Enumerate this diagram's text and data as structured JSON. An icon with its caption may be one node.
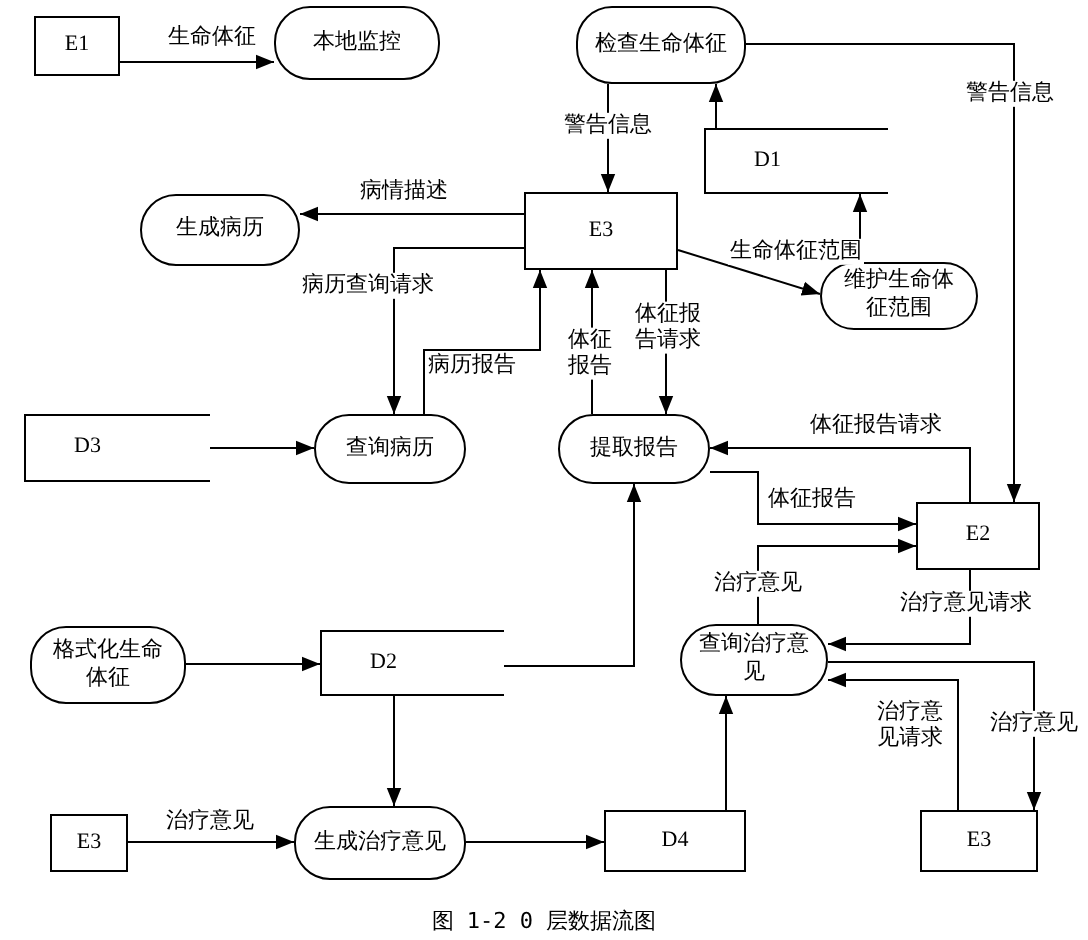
{
  "diagram": {
    "caption": "图 1-2 0 层数据流图",
    "nodes": [
      {
        "text": [
          "E1"
        ]
      },
      {
        "text": [
          "本地监控"
        ]
      },
      {
        "text": [
          "检查生命体征"
        ]
      },
      {
        "text": [
          "D1"
        ]
      },
      {
        "text": [
          "E3"
        ]
      },
      {
        "text": [
          "生成病历"
        ]
      },
      {
        "text": [
          "维护生命体征范围"
        ]
      },
      {
        "text": [
          "D3"
        ]
      },
      {
        "text": [
          "查询病历"
        ]
      },
      {
        "text": [
          "提取报告"
        ]
      },
      {
        "text": [
          "E2"
        ]
      },
      {
        "text": [
          "格式化生命体征"
        ]
      },
      {
        "text": [
          "D2"
        ]
      },
      {
        "text": [
          "查询治疗意见"
        ]
      },
      {
        "text": [
          "E3"
        ]
      },
      {
        "text": [
          "生成治疗意见"
        ]
      },
      {
        "text": [
          "D4"
        ]
      },
      {
        "text": [
          "E3"
        ]
      }
    ],
    "edges": [
      {
        "from": 0,
        "to": 1,
        "arrow": "to",
        "label": "生命体征"
      },
      {
        "from": 2,
        "to": 4,
        "arrow": "to",
        "label": "警告信息"
      },
      {
        "from": 2,
        "to": 10,
        "arrow": "to",
        "label": "警告信息"
      },
      {
        "from": 3,
        "to": 2,
        "arrow": "to"
      },
      {
        "from": 4,
        "to": 5,
        "arrow": "to",
        "label": "病情描述"
      },
      {
        "from": 6,
        "to": 3,
        "arrow": "to"
      },
      {
        "from": 4,
        "to": 6,
        "arrow": "to",
        "label": "生命体征范围"
      },
      {
        "from": 4,
        "to": 8,
        "arrow": "to",
        "label": "病历查询请求"
      },
      {
        "from": 8,
        "to": 4,
        "arrow": "to",
        "label": "病历报告"
      },
      {
        "from": 9,
        "to": 4,
        "arrow": "to",
        "label": "体征报告"
      },
      {
        "from": 4,
        "to": 9,
        "arrow": "to",
        "label": "体征报告请求"
      },
      {
        "from": 7,
        "to": 8,
        "arrow": "to"
      },
      {
        "from": 10,
        "to": 9,
        "arrow": "to",
        "label": "体征报告请求"
      },
      {
        "from": 9,
        "to": 10,
        "arrow": "to",
        "label": "体征报告"
      },
      {
        "from": 13,
        "to": 10,
        "arrow": "to",
        "label": "治疗意见"
      },
      {
        "from": 10,
        "to": 13,
        "arrow": "to",
        "label": "治疗意见请求"
      },
      {
        "from": 11,
        "to": 12,
        "arrow": "to"
      },
      {
        "from": 12,
        "to": 15,
        "arrow": "to"
      },
      {
        "from": 12,
        "to": 9,
        "arrow": "to"
      },
      {
        "from": 15,
        "to": 16,
        "arrow": "to"
      },
      {
        "from": 16,
        "to": 13,
        "arrow": "to"
      },
      {
        "from": 14,
        "to": 15,
        "arrow": "to",
        "label": "治疗意见"
      },
      {
        "from": 17,
        "to": 13,
        "arrow": "to",
        "label": "治疗意见请求"
      },
      {
        "from": 13,
        "to": 17,
        "arrow": "to",
        "label": "治疗意见"
      }
    ]
  }
}
